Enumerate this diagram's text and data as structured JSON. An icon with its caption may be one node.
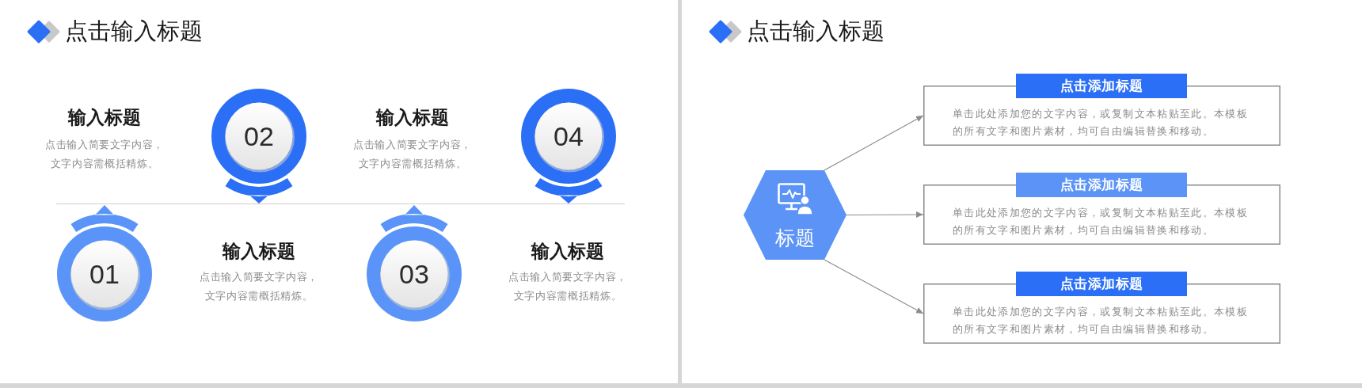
{
  "diagram": {
    "nodes": [
      {
        "text": [
          "点击输入标题"
        ]
      },
      {
        "text": [
          "01"
        ],
        "in": 0
      },
      {
        "text": [
          "02"
        ],
        "in": 0
      },
      {
        "text": [
          "03"
        ],
        "in": 0
      },
      {
        "text": [
          "04"
        ],
        "in": 0
      },
      {
        "text": [
          "点击输入标题"
        ]
      },
      {
        "text": [
          "标题"
        ],
        "in": 5
      },
      {
        "text": [
          "点击添加标题",
          "单击此处添加您的文字内容，或复制文本粘贴至此。本模板的所有文字和图片素材，均可自由编辑替换和移动。"
        ],
        "in": 5
      },
      {
        "text": [
          "点击添加标题",
          "单击此处添加您的文字内容，或复制文本粘贴至此。本模板的所有文字和图片素材，均可自由编辑替换和移动。"
        ],
        "in": 5
      },
      {
        "text": [
          "点击添加标题",
          "单击此处添加您的文字内容，或复制文本粘贴至此。本模板的所有文字和图片素材，均可自由编辑替换和移动。"
        ],
        "in": 5
      }
    ],
    "edges": [
      {
        "from": 6,
        "to": 7,
        "arrow": "to"
      },
      {
        "from": 6,
        "to": 8,
        "arrow": "to"
      },
      {
        "from": 6,
        "to": 9,
        "arrow": "to"
      }
    ],
    "labels": [
      "输入标题",
      "点击输入简要文字内容，文字内容需概括精炼。",
      "输入标题",
      "点击输入简要文字内容，文字内容需概括精炼。",
      "输入标题",
      "点击输入简要文字内容，文字内容需概括精炼。",
      "输入标题",
      "点击输入简要文字内容，文字内容需概括精炼。"
    ]
  }
}
